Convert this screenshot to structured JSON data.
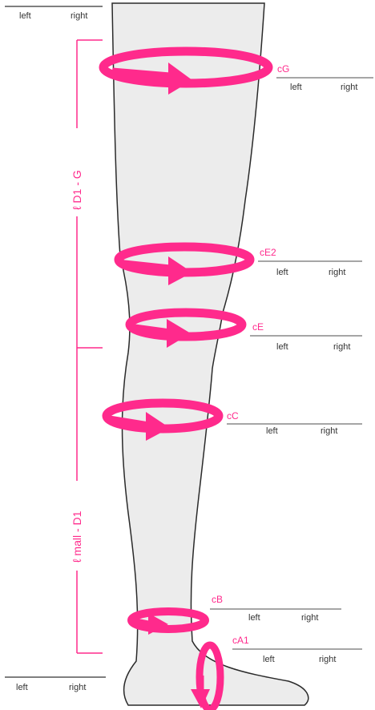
{
  "colors": {
    "accent": "#ff2a8c",
    "leg_fill": "#ececec",
    "outline": "#2a2a2a",
    "rule": "#555555"
  },
  "labels": {
    "left": "left",
    "right": "right"
  },
  "ranges": {
    "upper": "ℓ D1 - G",
    "lower": "ℓ mall - D1"
  },
  "measurements": [
    {
      "id": "cG",
      "label": "cG"
    },
    {
      "id": "cE2",
      "label": "cE2"
    },
    {
      "id": "cE",
      "label": "cE"
    },
    {
      "id": "cC",
      "label": "cC"
    },
    {
      "id": "cB",
      "label": "cB"
    },
    {
      "id": "cA1",
      "label": "cA1"
    }
  ]
}
